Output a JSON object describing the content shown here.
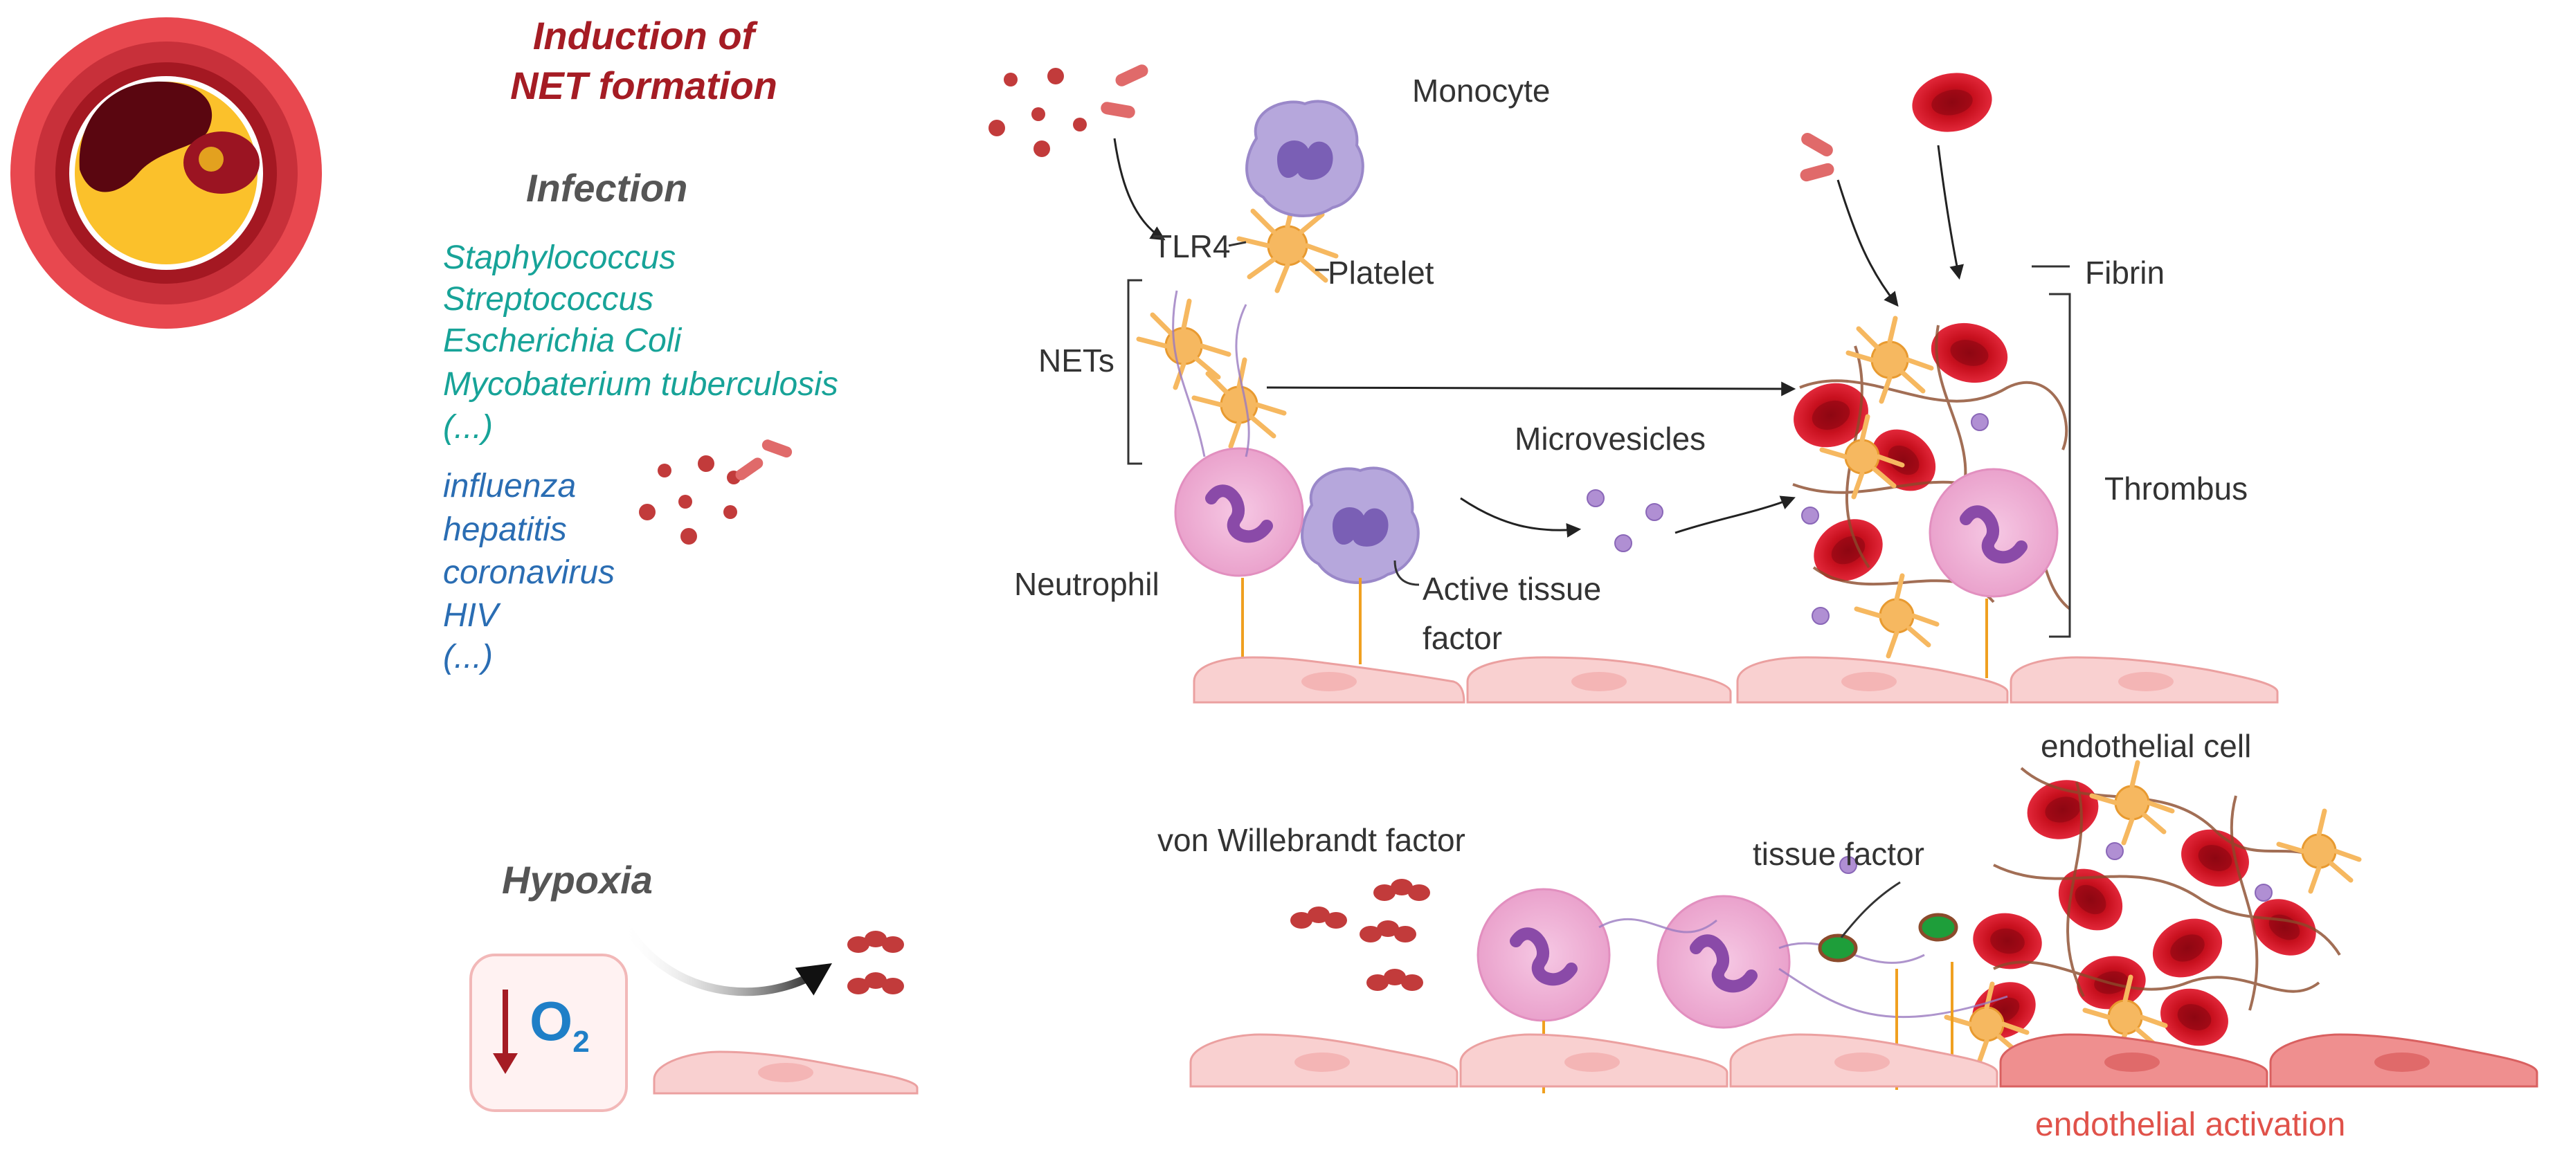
{
  "title": {
    "line1": "Induction of",
    "line2": "NET formation"
  },
  "infection": {
    "heading": "Infection",
    "bacteria": [
      "Staphylococcus",
      "Streptococcus",
      "Escherichia Coli",
      "Mycobaterium tuberculosis",
      "(...)"
    ],
    "viruses": [
      "influenza",
      "hepatitis",
      "coronavirus",
      "HIV",
      "(...)"
    ]
  },
  "hypoxia": {
    "heading": "Hypoxia",
    "o2_label": "O",
    "o2_sub": "2"
  },
  "labels": {
    "monocyte": "Monocyte",
    "tlr4": "TLR4",
    "platelet": "Platelet",
    "nets": "NETs",
    "neutrophil": "Neutrophil",
    "active_tissue_factor_1": "Active tissue",
    "active_tissue_factor_2": "factor",
    "microvesicles": "Microvesicles",
    "fibrin": "Fibrin",
    "thrombus": "Thrombus",
    "endothelial_cell": "endothelial cell",
    "vwf": "von Willebrandt factor",
    "tissue_factor": "tissue factor",
    "endothelial_activation": "endothelial activation"
  },
  "colors": {
    "title_red": "#a51c24",
    "bacteria_teal": "#17a398",
    "virus_blue": "#2a6db3",
    "rbc_red": "#c8101e",
    "platelet_orange": "#f6b860",
    "neutrophil_pink": "#f2b6d8",
    "monocyte_purple": "#a99ad3",
    "endothelium_pink": "#f9d0d0",
    "activation_red": "#e0524a"
  }
}
